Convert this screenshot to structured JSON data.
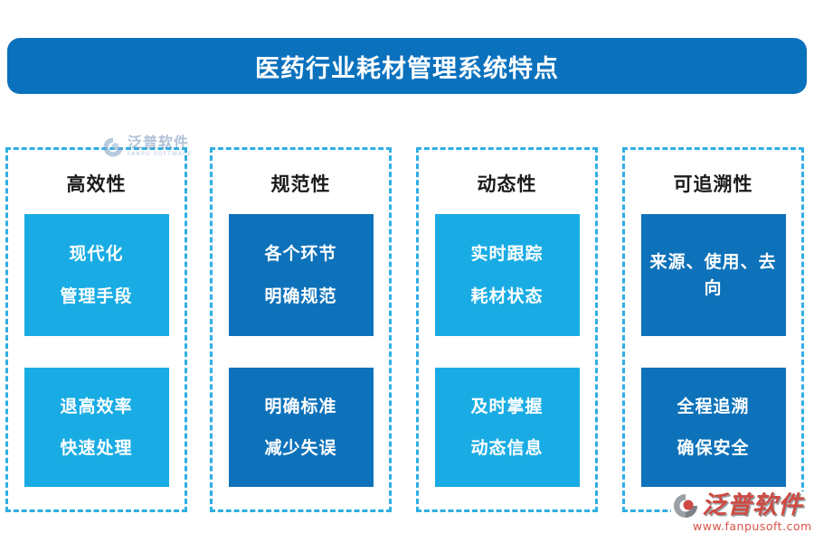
{
  "title": "医药行业耗材管理系统特点",
  "colors": {
    "title_bg": "#0A71BD",
    "card_light": "#19ACE4",
    "card_dark": "#0D72BA",
    "column_border": "#2FAEE4",
    "header_text": "#1b1b1b",
    "card_text": "#FFFFFF",
    "brand_red": "#CE4A42"
  },
  "columns": [
    {
      "header": "高效性",
      "card_color": "#19ACE4",
      "cards": [
        {
          "lines": [
            "现代化",
            "管理手段"
          ]
        },
        {
          "lines": [
            "退高效率",
            "快速处理"
          ]
        }
      ]
    },
    {
      "header": "规范性",
      "card_color": "#0D72BA",
      "cards": [
        {
          "lines": [
            "各个环节",
            "明确规范"
          ]
        },
        {
          "lines": [
            "明确标准",
            "减少失误"
          ]
        }
      ]
    },
    {
      "header": "动态性",
      "card_color": "#19ACE4",
      "cards": [
        {
          "lines": [
            "实时跟踪",
            "耗材状态"
          ]
        },
        {
          "lines": [
            "及时掌握",
            "动态信息"
          ]
        }
      ]
    },
    {
      "header": "可追溯性",
      "card_color": "#0D72BA",
      "cards": [
        {
          "lines": [
            "来源、使用、去向"
          ]
        },
        {
          "lines": [
            "全程追溯",
            "确保安全"
          ]
        }
      ]
    }
  ],
  "watermark": {
    "name": "泛普软件",
    "subtext": "FANPU SOFTWARE"
  },
  "brand": {
    "name": "泛普软件",
    "url": "www.fanpusoft.com"
  }
}
